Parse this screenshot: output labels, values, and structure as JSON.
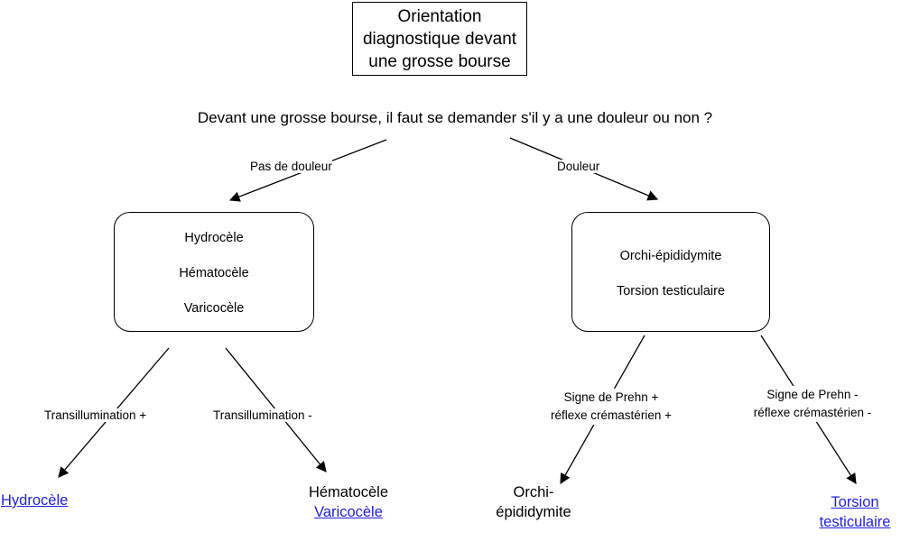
{
  "title": "Orientation diagnostique devant une grosse bourse",
  "title_lines": [
    "Orientation",
    "diagnostique devant",
    "une grosse bourse"
  ],
  "question": "Devant une grosse bourse, il faut se demander s'il y a une douleur ou non ?",
  "branches": {
    "left_label": "Pas de douleur",
    "right_label": "Douleur"
  },
  "left_box": {
    "items": [
      "Hydrocèle",
      "Hématocèle",
      "Varicocèle"
    ]
  },
  "right_box": {
    "items": [
      "Orchi-épididymite",
      "Torsion testiculaire"
    ]
  },
  "left_edges": {
    "plus": "Transillumination +",
    "minus": "Transillumination -"
  },
  "right_edges": {
    "plus_lines": [
      "Signe de Prehn +",
      "réflexe crémastérien +"
    ],
    "minus_lines": [
      "Signe de Prehn -",
      "réflexe crémastérien -"
    ]
  },
  "leaves": {
    "hydrocele": "Hydrocèle",
    "hematocele": "Hématocèle",
    "varicocele": "Varicocèle",
    "orchi_lines": [
      "Orchi-",
      "épididymite"
    ],
    "torsion_lines": [
      "Torsion",
      "testiculaire"
    ]
  },
  "colors": {
    "link": "#1f1fe0",
    "stroke": "#000000"
  }
}
